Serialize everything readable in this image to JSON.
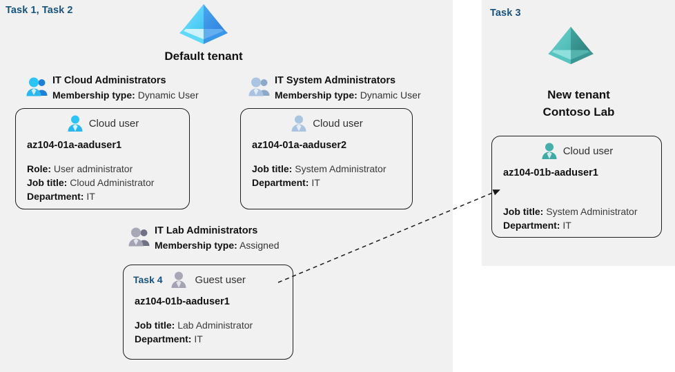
{
  "panels": {
    "left": {
      "task_label": "Task 1, Task 2"
    },
    "right": {
      "task_label": "Task 3"
    }
  },
  "tenants": [
    {
      "name": "default",
      "title": "Default tenant",
      "icon": "azure-ad-tenant-icon",
      "color": "#32b0f0"
    },
    {
      "name": "new",
      "title_line1": "New  tenant",
      "title_line2": "Contoso Lab",
      "icon": "azure-ad-tenant-icon",
      "color": "#4cb6b0"
    }
  ],
  "groups": [
    {
      "id": "it-cloud-administrators",
      "name": "IT Cloud Administrators",
      "membership_label": "Membership type:",
      "membership_value": "Dynamic User",
      "icon": "users-group-icon",
      "color": "#2bb8ef"
    },
    {
      "id": "it-system-administrators",
      "name": "IT System Administrators",
      "membership_label": "Membership type:",
      "membership_value": "Dynamic User",
      "icon": "users-group-icon",
      "color": "#a9c3e0"
    },
    {
      "id": "it-lab-administrators",
      "name": "IT Lab Administrators",
      "membership_label": "Membership type:",
      "membership_value": "Assigned",
      "icon": "users-group-icon",
      "color": "#a3a3b4"
    }
  ],
  "users": [
    {
      "id": "az104-01a-aaduser1",
      "task": "",
      "type": "Cloud user",
      "icon": "cloud-user-icon",
      "color": "#2bb8ef",
      "name": "az104-01a-aaduser1",
      "attrs": [
        {
          "label": "Role:",
          "value": "User administrator"
        },
        {
          "label": "Job title:",
          "value": "Cloud Administrator"
        },
        {
          "label": "Department:",
          "value": "IT"
        }
      ]
    },
    {
      "id": "az104-01a-aaduser2",
      "task": "",
      "type": "Cloud user",
      "icon": "cloud-user-icon",
      "color": "#a9c3e0",
      "name": "az104-01a-aaduser2",
      "attrs": [
        {
          "label": "Job title:",
          "value": "System Administrator"
        },
        {
          "label": "Department:",
          "value": "IT"
        }
      ]
    },
    {
      "id": "az104-01b-aaduser1-guest",
      "task": "Task 4",
      "type": "Guest user",
      "icon": "guest-user-icon",
      "color": "#a3a3b4",
      "name": "az104-01b-aaduser1",
      "attrs": [
        {
          "label": "Job title:",
          "value": "Lab Administrator"
        },
        {
          "label": "Department:",
          "value": "IT"
        }
      ]
    },
    {
      "id": "az104-01b-aaduser1-cloud",
      "task": "",
      "type": "Cloud user",
      "icon": "cloud-user-icon",
      "color": "#3fa9a3",
      "name": "az104-01b-aaduser1",
      "attrs": [
        {
          "label": "Job title:",
          "value": "System Administrator"
        },
        {
          "label": "Department:",
          "value": "IT"
        }
      ]
    }
  ],
  "connector": {
    "name": "guest-to-cloud-user-arrow",
    "style": "dashed",
    "color": "#1a1a1a"
  }
}
